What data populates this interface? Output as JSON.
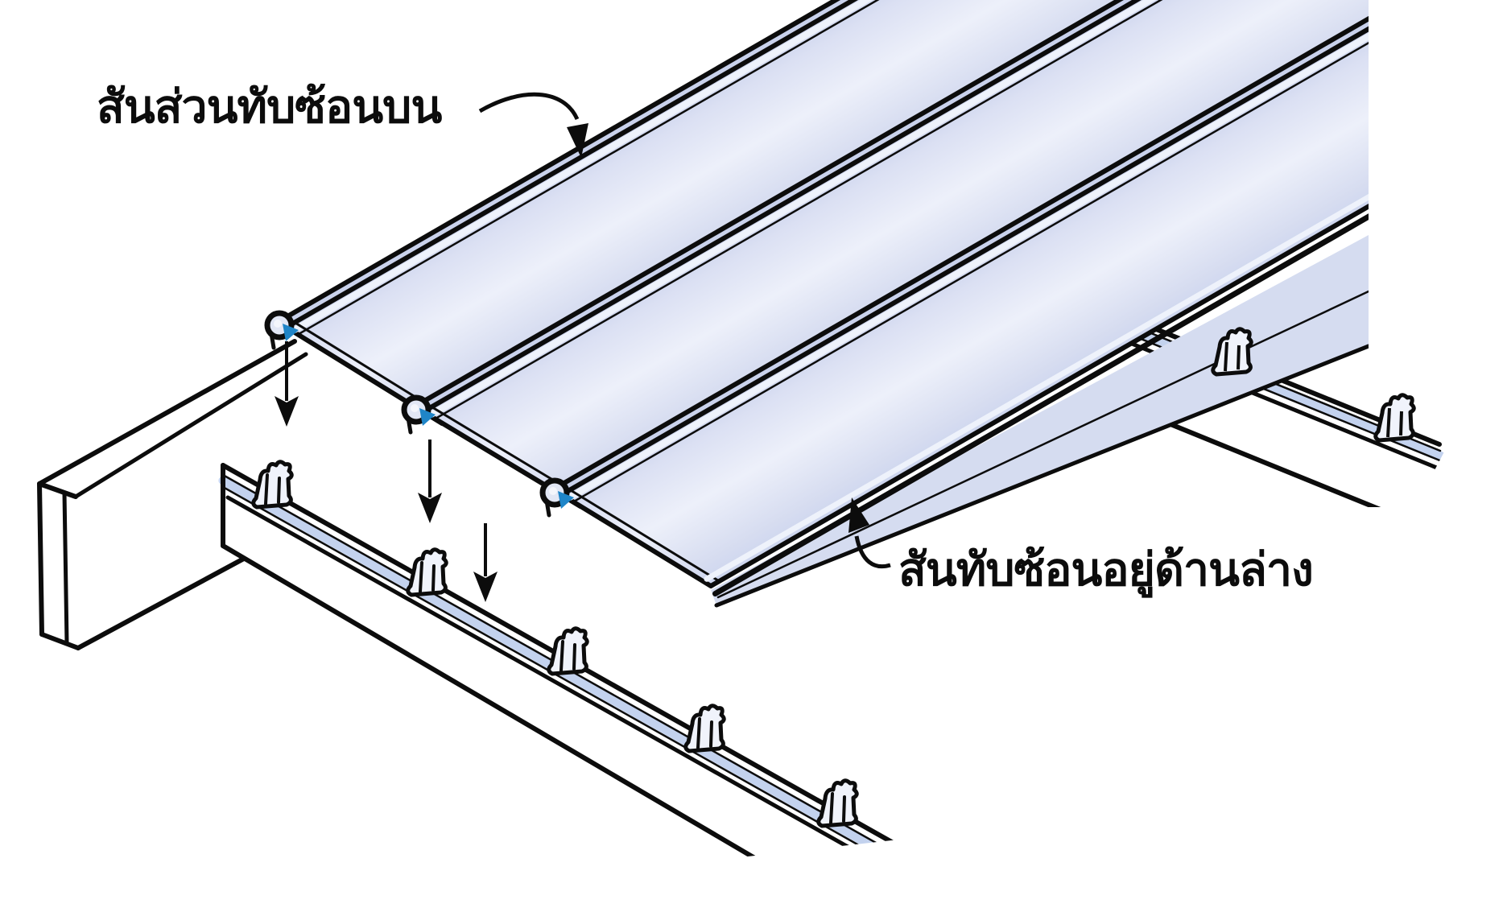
{
  "figure": {
    "type": "technical-line-illustration",
    "background": "#ffffff",
    "description": "Installing standing-seam metal roof sheets onto battens with concealed clips"
  },
  "labels": {
    "top_overlap": "สันส่วนทับซ้อนบน",
    "bottom_overlap": "สันทับซ้อนอยู่ด้านล่าง"
  },
  "colors": {
    "panel_fill": "#d8def2",
    "panel_highlight": "#eef2fb",
    "seam_accent_blue": "#1f85c8",
    "batten_channel_blue": "#c3d2ee",
    "ink": "#0c0c0c"
  },
  "counts": {
    "roof_panels": 3,
    "placement_arrows": 3,
    "front_batten_clips": 5,
    "right_batten_clips": 2
  }
}
